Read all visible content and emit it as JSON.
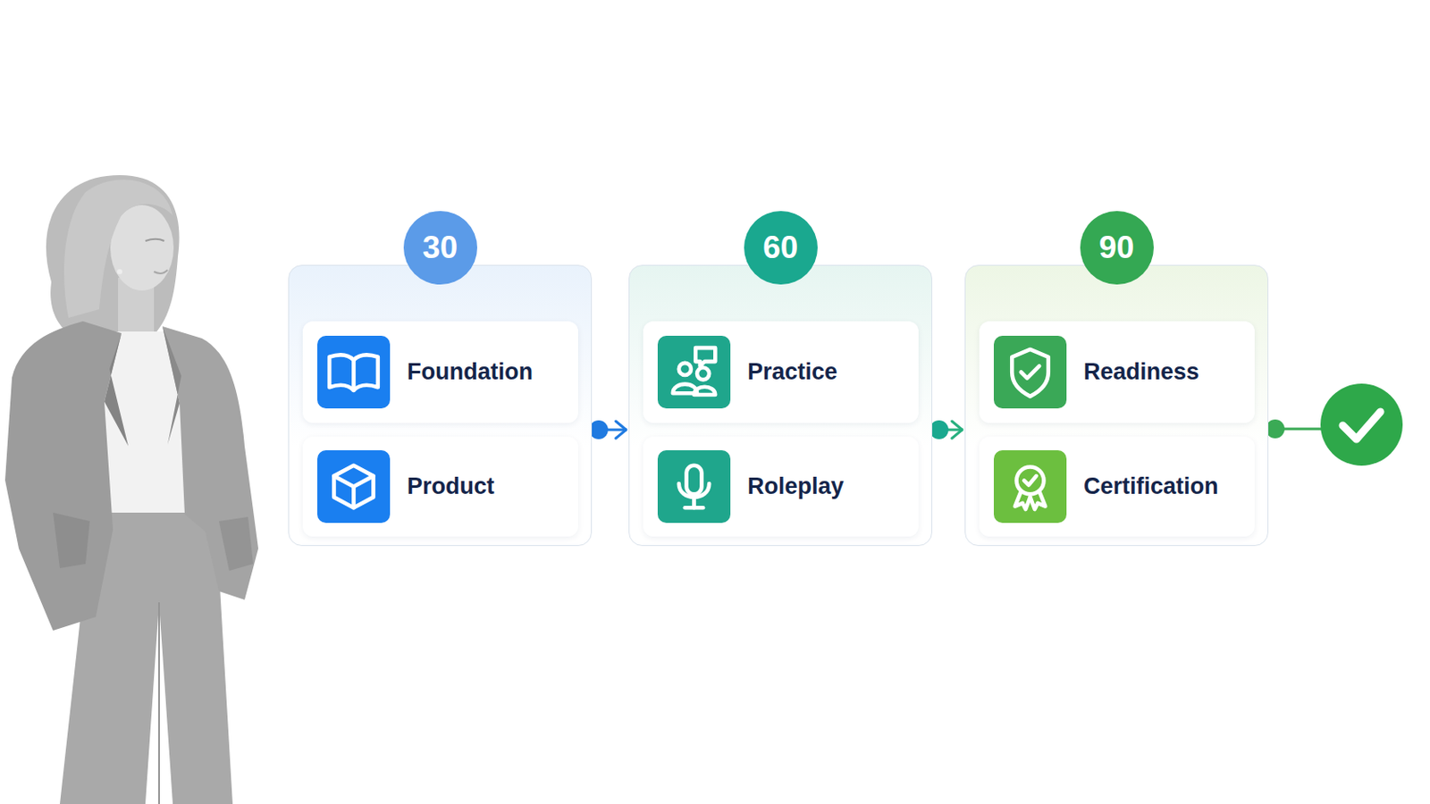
{
  "diagram": {
    "nodes": [
      {
        "text": [
          "30"
        ]
      },
      {
        "text": [
          "Foundation"
        ],
        "in": 0
      },
      {
        "text": [
          "Product"
        ],
        "in": 0
      },
      {
        "text": [
          "60"
        ]
      },
      {
        "text": [
          "Practice"
        ],
        "in": 3
      },
      {
        "text": [
          "Roleplay"
        ],
        "in": 3
      },
      {
        "text": [
          "90"
        ]
      },
      {
        "text": [
          "Readiness"
        ],
        "in": 6
      },
      {
        "text": [
          "Certification"
        ],
        "in": 6
      }
    ],
    "edges": [
      {
        "from": 0,
        "to": 3,
        "arrow": "to"
      },
      {
        "from": 3,
        "to": 6,
        "arrow": "to"
      }
    ]
  }
}
